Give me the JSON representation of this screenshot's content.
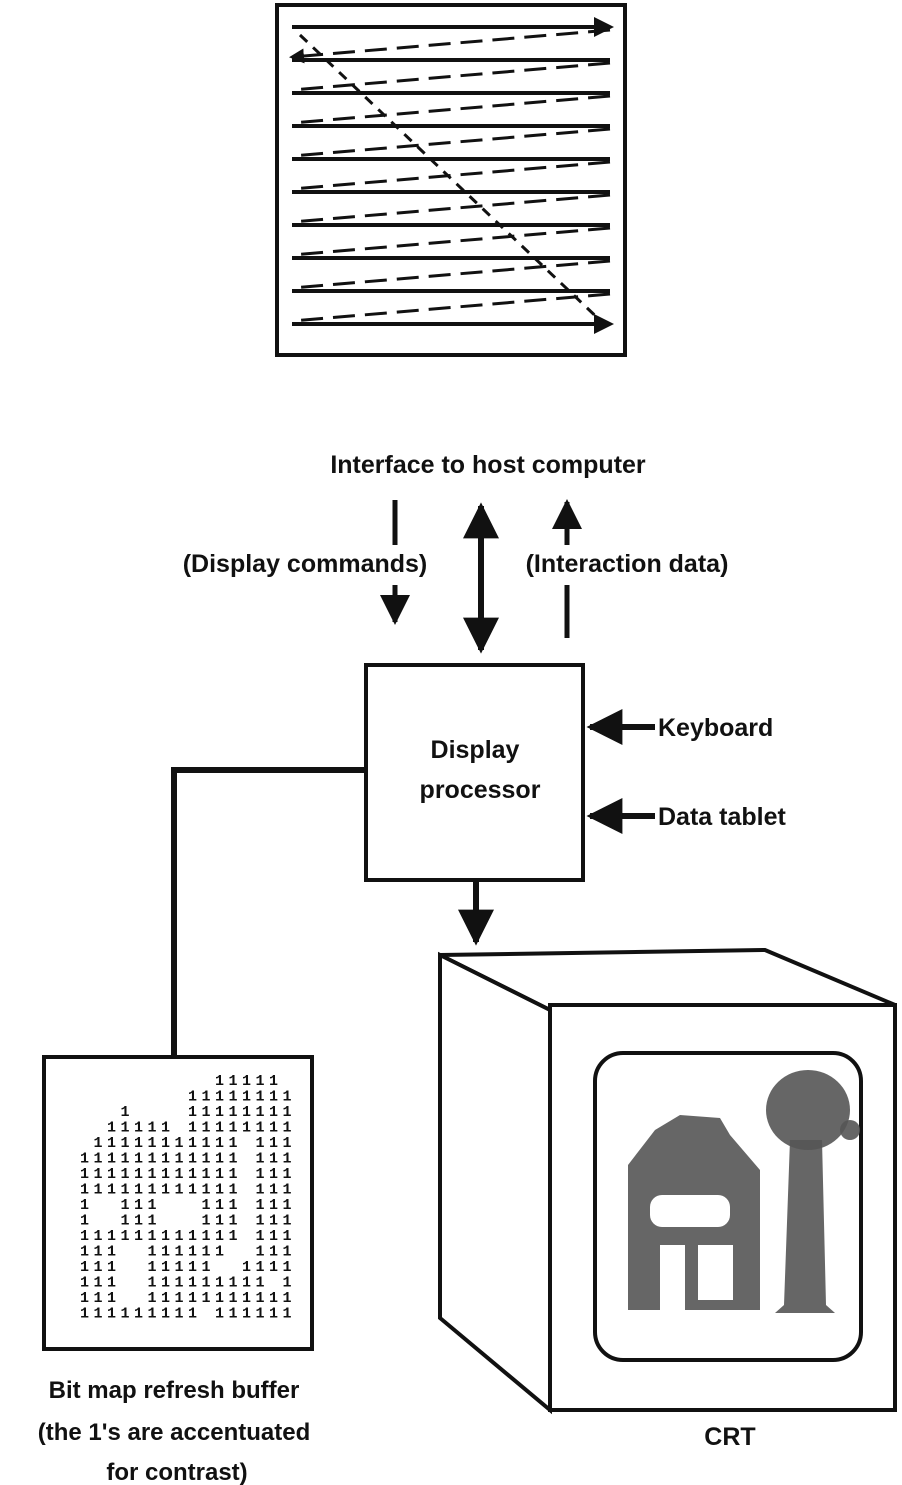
{
  "labels": {
    "interface": "Interface to host computer",
    "display_commands": "(Display commands)",
    "interaction_data": "(Interaction data)",
    "processor_line1": "Display",
    "processor_line2": "processor",
    "keyboard": "Keyboard",
    "data_tablet": "Data tablet",
    "buffer_caption_line1": "Bit map refresh buffer",
    "buffer_caption_line2": "(the 1's are accentuated",
    "buffer_caption_line3": "for contrast)",
    "crt": "CRT"
  },
  "bitmap": {
    "glyph": "1",
    "rows": [
      "..........11111..",
      "........11111111.",
      "...1....11111111.",
      "..11111.11111111.",
      ".11111111111.111.",
      "111111111111.111.",
      "111111111111.111.",
      "111111111111.111.",
      "1..111...111.111.",
      "1..111...111.111.",
      "111111111111.111.",
      "111..111111..111.",
      "111..11111..1111.",
      "111..111111111.1.",
      "111..11111111111.",
      "111111111.111111."
    ]
  },
  "colors": {
    "ink": "#111111",
    "background": "#ffffff",
    "crt_image": "#555555"
  }
}
